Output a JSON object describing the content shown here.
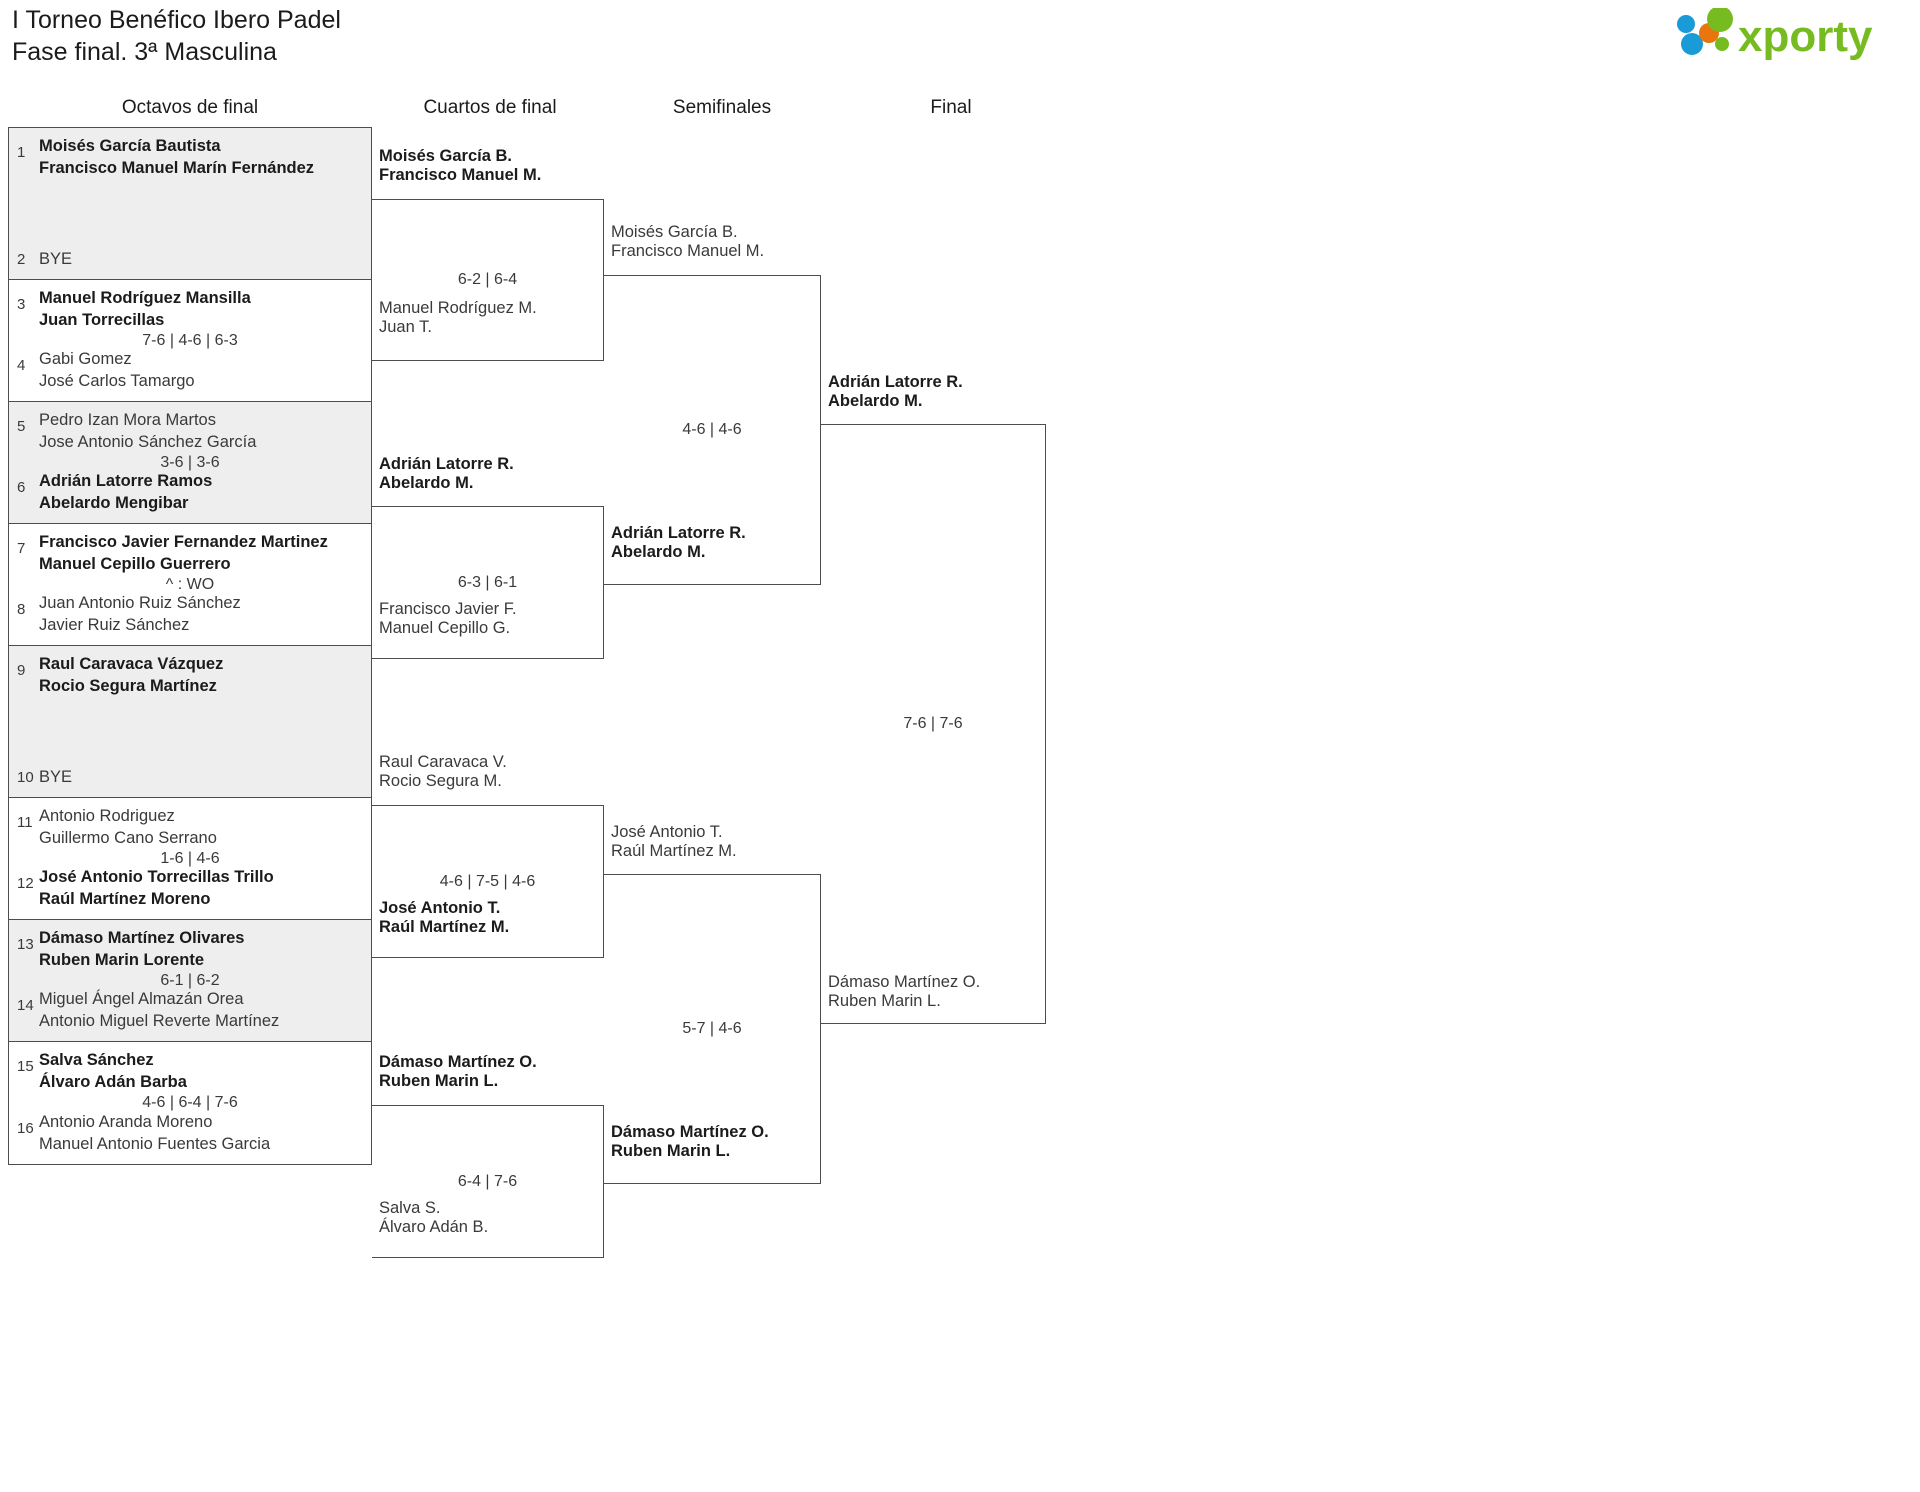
{
  "header": {
    "title_line1": "I Torneo Benéfico Ibero Padel",
    "title_line2": "Fase final. 3ª Masculina",
    "logo_text": "xporty",
    "logo_colors": {
      "blue": "#1a9ad7",
      "orange": "#e8760c",
      "green": "#76bc21"
    }
  },
  "rounds": [
    {
      "key": "r16",
      "label": "Octavos de final"
    },
    {
      "key": "qf",
      "label": "Cuartos de final"
    },
    {
      "key": "sf",
      "label": "Semifinales"
    },
    {
      "key": "final",
      "label": "Final"
    }
  ],
  "round_of_16": [
    {
      "score": "",
      "shaded": true,
      "top": {
        "seed": "1",
        "p1": "Moisés García Bautista",
        "p2": "Francisco Manuel Marín Fernández",
        "winner": true
      },
      "bottom": {
        "seed": "2",
        "p1": "BYE",
        "p2": "",
        "winner": false,
        "bye": true
      }
    },
    {
      "score": "7-6 | 4-6 | 6-3",
      "shaded": false,
      "top": {
        "seed": "3",
        "p1": "Manuel Rodríguez Mansilla",
        "p2": "Juan Torrecillas",
        "winner": true
      },
      "bottom": {
        "seed": "4",
        "p1": "Gabi Gomez",
        "p2": "José Carlos Tamargo",
        "winner": false
      }
    },
    {
      "score": "3-6 | 3-6",
      "shaded": true,
      "top": {
        "seed": "5",
        "p1": "Pedro Izan Mora Martos",
        "p2": "Jose Antonio Sánchez García",
        "winner": false
      },
      "bottom": {
        "seed": "6",
        "p1": "Adrián Latorre Ramos",
        "p2": "Abelardo Mengibar",
        "winner": true
      }
    },
    {
      "score": "^ : WO",
      "shaded": false,
      "top": {
        "seed": "7",
        "p1": "Francisco Javier Fernandez Martinez",
        "p2": "Manuel Cepillo Guerrero",
        "winner": true
      },
      "bottom": {
        "seed": "8",
        "p1": "Juan Antonio Ruiz Sánchez",
        "p2": "Javier Ruiz Sánchez",
        "winner": false
      }
    },
    {
      "score": "",
      "shaded": true,
      "top": {
        "seed": "9",
        "p1": "Raul Caravaca Vázquez",
        "p2": "Rocio Segura Martínez",
        "winner": true
      },
      "bottom": {
        "seed": "10",
        "p1": "BYE",
        "p2": "",
        "winner": false,
        "bye": true
      }
    },
    {
      "score": "1-6 | 4-6",
      "shaded": false,
      "top": {
        "seed": "11",
        "p1": "Antonio Rodriguez",
        "p2": "Guillermo Cano Serrano",
        "winner": false
      },
      "bottom": {
        "seed": "12",
        "p1": "José Antonio Torrecillas Trillo",
        "p2": "Raúl Martínez Moreno",
        "winner": true
      }
    },
    {
      "score": "6-1 | 6-2",
      "shaded": true,
      "top": {
        "seed": "13",
        "p1": "Dámaso Martínez Olivares",
        "p2": "Ruben Marin Lorente",
        "winner": true
      },
      "bottom": {
        "seed": "14",
        "p1": "Miguel Ángel Almazán Orea",
        "p2": "Antonio Miguel Reverte Martínez",
        "winner": false
      }
    },
    {
      "score": "4-6 | 6-4 | 7-6",
      "shaded": false,
      "top": {
        "seed": "15",
        "p1": "Salva Sánchez",
        "p2": "Álvaro Adán Barba",
        "winner": true
      },
      "bottom": {
        "seed": "16",
        "p1": "Antonio Aranda Moreno",
        "p2": "Manuel Antonio Fuentes Garcia",
        "winner": false
      }
    }
  ],
  "quarterfinals": [
    {
      "score": "6-2 | 6-4",
      "top": {
        "p1": "Moisés García B.",
        "p2": "Francisco Manuel M.",
        "winner": true
      },
      "bottom": {
        "p1": "Manuel Rodríguez M.",
        "p2": "Juan T.",
        "winner": false
      }
    },
    {
      "score": "6-3 | 6-1",
      "top": {
        "p1": "Adrián Latorre R.",
        "p2": "Abelardo M.",
        "winner": true
      },
      "bottom": {
        "p1": "Francisco Javier F.",
        "p2": "Manuel Cepillo G.",
        "winner": false
      }
    },
    {
      "score": "4-6 | 7-5 | 4-6",
      "top": {
        "p1": "Raul Caravaca V.",
        "p2": "Rocio Segura M.",
        "winner": false
      },
      "bottom": {
        "p1": "José Antonio T.",
        "p2": "Raúl Martínez M.",
        "winner": true
      }
    },
    {
      "score": "6-4 | 7-6",
      "top": {
        "p1": "Dámaso Martínez O.",
        "p2": "Ruben Marin L.",
        "winner": true
      },
      "bottom": {
        "p1": "Salva S.",
        "p2": "Álvaro Adán B.",
        "winner": false
      }
    }
  ],
  "semifinals": [
    {
      "score": "4-6 | 4-6",
      "top": {
        "p1": "Moisés García B.",
        "p2": "Francisco Manuel M.",
        "winner": false
      },
      "bottom": {
        "p1": "Adrián Latorre R.",
        "p2": "Abelardo M.",
        "winner": true
      }
    },
    {
      "score": "5-7 | 4-6",
      "top": {
        "p1": "José Antonio T.",
        "p2": "Raúl Martínez M.",
        "winner": false
      },
      "bottom": {
        "p1": "Dámaso Martínez O.",
        "p2": "Ruben Marin L.",
        "winner": true
      }
    }
  ],
  "final": {
    "score": "7-6 | 7-6",
    "top": {
      "p1": "Adrián Latorre R.",
      "p2": "Abelardo M.",
      "winner": true
    },
    "bottom": {
      "p1": "Dámaso Martínez O.",
      "p2": "Ruben Marin L.",
      "winner": false
    }
  }
}
